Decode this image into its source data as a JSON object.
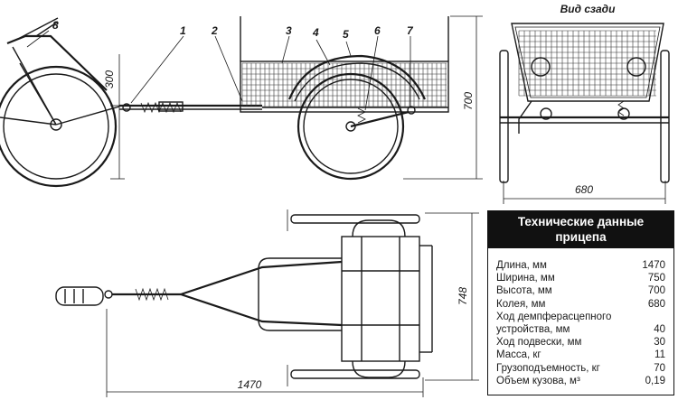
{
  "callouts": [
    "1",
    "2",
    "3",
    "4",
    "5",
    "6",
    "7",
    "8"
  ],
  "rear_view_title": "Вид сзади",
  "dimensions": {
    "height_hitch": "300",
    "height_total": "700",
    "track_width": "680",
    "width_total": "748",
    "length_total": "1470"
  },
  "spec_table": {
    "title_line1": "Технические данные",
    "title_line2": "прицепа",
    "rows": [
      {
        "label": "Длина, мм",
        "value": "1470"
      },
      {
        "label": "Ширина, мм",
        "value": "750"
      },
      {
        "label": "Высота, мм",
        "value": "700"
      },
      {
        "label": "Колея, мм",
        "value": "680"
      },
      {
        "label": "Ход демпферасцепного",
        "value": ""
      },
      {
        "label": "устройства, мм",
        "value": "40"
      },
      {
        "label": "Ход подвески, мм",
        "value": "30"
      },
      {
        "label": "Масса, кг",
        "value": "11"
      },
      {
        "label": "Грузоподъемность, кг",
        "value": "70"
      },
      {
        "label": "Объем кузова, м³",
        "value": "0,19"
      }
    ]
  }
}
